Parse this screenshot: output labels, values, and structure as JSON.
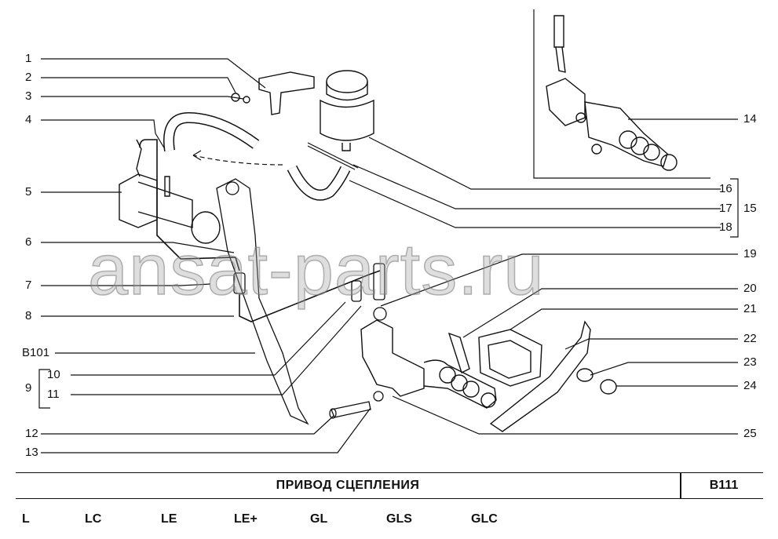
{
  "title": "ПРИВОД  СЦЕПЛЕНИЯ",
  "page_code": "B111",
  "watermark": "ansat-parts.ru",
  "callouts": {
    "left": [
      "1",
      "2",
      "3",
      "4",
      "5",
      "6",
      "7",
      "8",
      "B101",
      "10",
      "11",
      "12",
      "13"
    ],
    "group_left": "9",
    "right": [
      "14",
      "16",
      "17",
      "18",
      "19",
      "20",
      "21",
      "22",
      "23",
      "24",
      "25"
    ],
    "group_right": "15"
  },
  "trims": [
    "L",
    "LC",
    "LE",
    "LE+",
    "GL",
    "GLS",
    "GLC"
  ]
}
